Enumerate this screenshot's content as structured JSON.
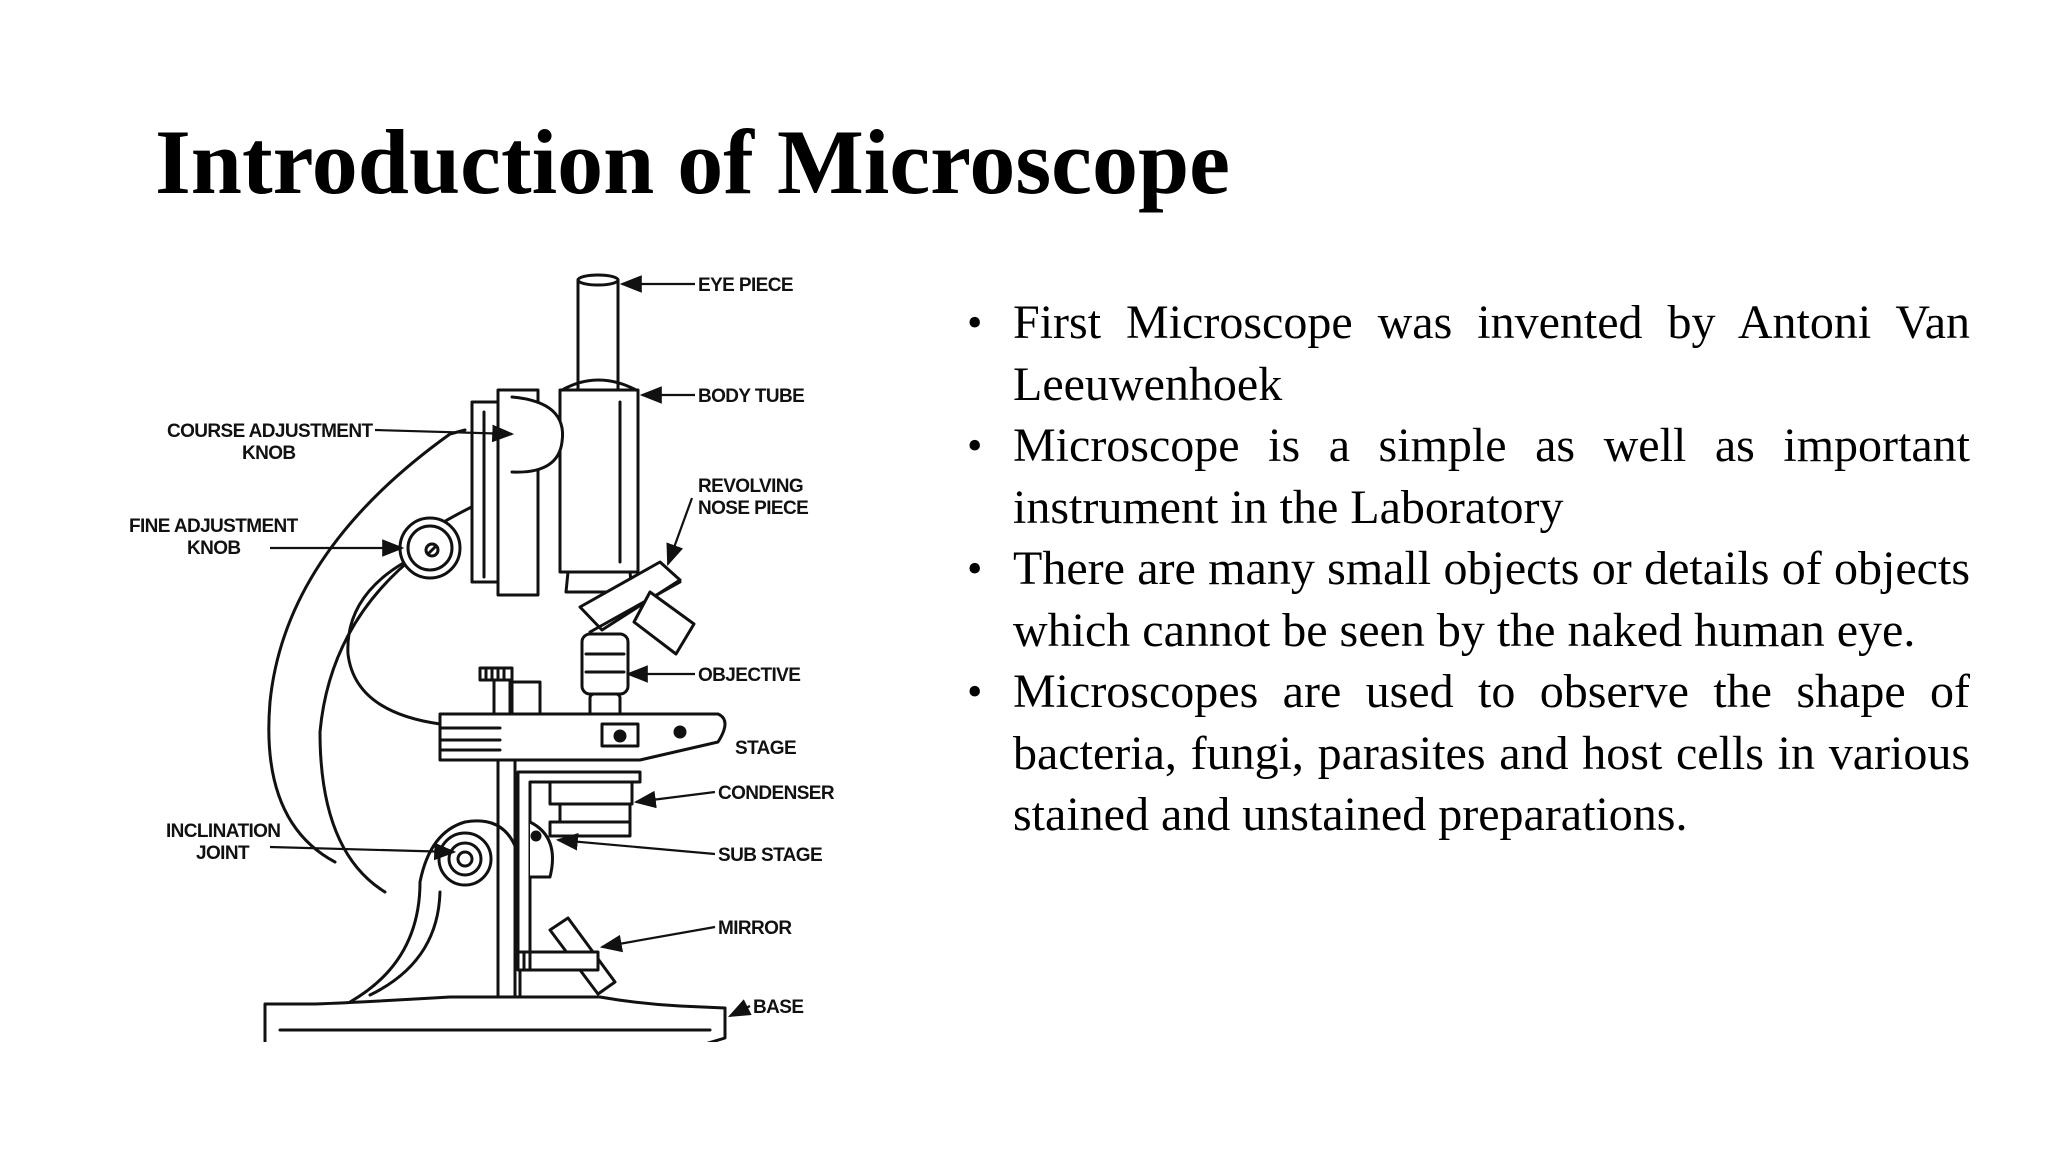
{
  "slide": {
    "title": "Introduction of Microscope"
  },
  "diagram": {
    "labels": {
      "eye_piece": "EYE PIECE",
      "body_tube": "BODY TUBE",
      "revolving_nose_piece_line1": "REVOLVING",
      "revolving_nose_piece_line2": "NOSE PIECE",
      "objective": "OBJECTIVE",
      "stage": "STAGE",
      "condenser": "CONDENSER",
      "sub_stage": "SUB STAGE",
      "mirror": "MIRROR",
      "base": "BASE",
      "course_adjustment_line1": "COURSE ADJUSTMENT",
      "course_adjustment_line2": "KNOB",
      "fine_adjustment_line1": "FINE ADJUSTMENT",
      "fine_adjustment_line2": "KNOB",
      "inclination_line1": "INCLINATION",
      "inclination_line2": "JOINT"
    }
  },
  "bullets": [
    "First Microscope was invented by Antoni Van Leeuwenhoek",
    "Microscope is a simple as well as important instrument in the Laboratory",
    "There are many small objects or details of objects which cannot be seen by the naked human eye.",
    "Microscopes are used to observe the shape of bacteria, fungi, parasites and host cells in various stained and unstained preparations."
  ],
  "bullet_symbol": "•"
}
